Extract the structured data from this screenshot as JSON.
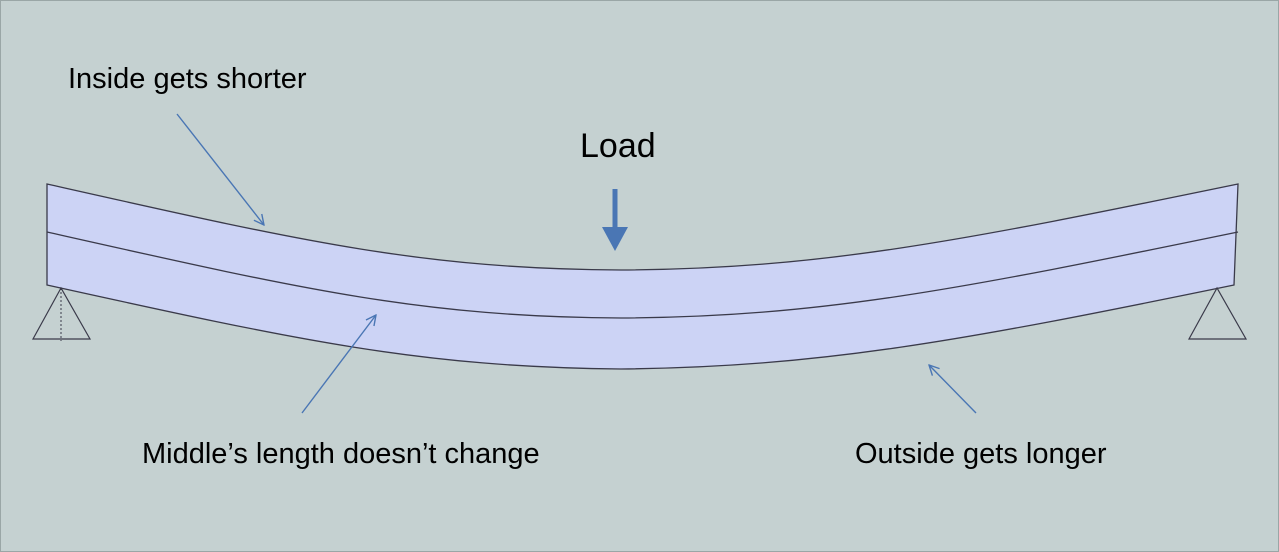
{
  "labels": {
    "inside": "Inside gets shorter",
    "load": "Load",
    "middle": "Middle’s length doesn’t change",
    "outside": "Outside gets longer"
  },
  "colors": {
    "background": "#c5d1d1",
    "beam_fill": "#ccd3f5",
    "beam_outline": "#3a3a4a",
    "arrow": "#4a76b4",
    "support_fill": "#c5d1d1"
  }
}
